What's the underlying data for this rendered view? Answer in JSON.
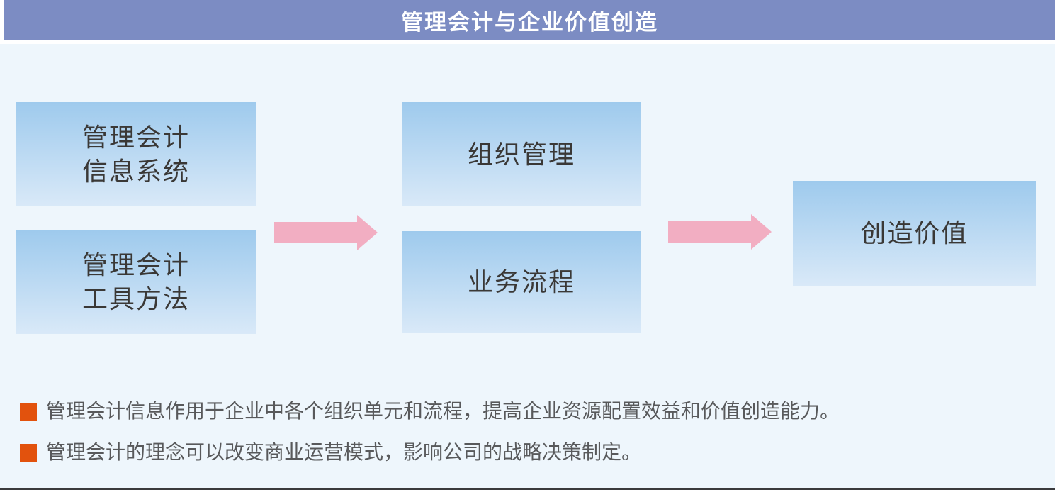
{
  "banner": {
    "title": "管理会计与企业价值创造"
  },
  "flow": {
    "left_top": {
      "label": "管理会计\n信息系统"
    },
    "left_bottom": {
      "label": "管理会计\n工具方法"
    },
    "mid_top": {
      "label": "组织管理"
    },
    "mid_bottom": {
      "label": "业务流程"
    },
    "right": {
      "label": "创造价值"
    }
  },
  "notes": [
    {
      "text": "管理会计信息作用于企业中各个组织单元和流程，提高企业资源配置效益和价值创造能力。"
    },
    {
      "text": "管理会计的理念可以改变商业运营模式，影响公司的战略决策制定。"
    }
  ],
  "colors": {
    "banner_bg": "#7c8cc3",
    "banner_text": "#ffffff",
    "page_bg": "#eef6fc",
    "box_gradient_top": "#9ecaed",
    "box_gradient_bottom": "#d9e9f8",
    "box_text": "#3a3836",
    "arrow": "#f2aec2",
    "bullet_square": "#e2520d",
    "note_text": "#58595b",
    "bottom_bar": "#3a3a3c"
  }
}
